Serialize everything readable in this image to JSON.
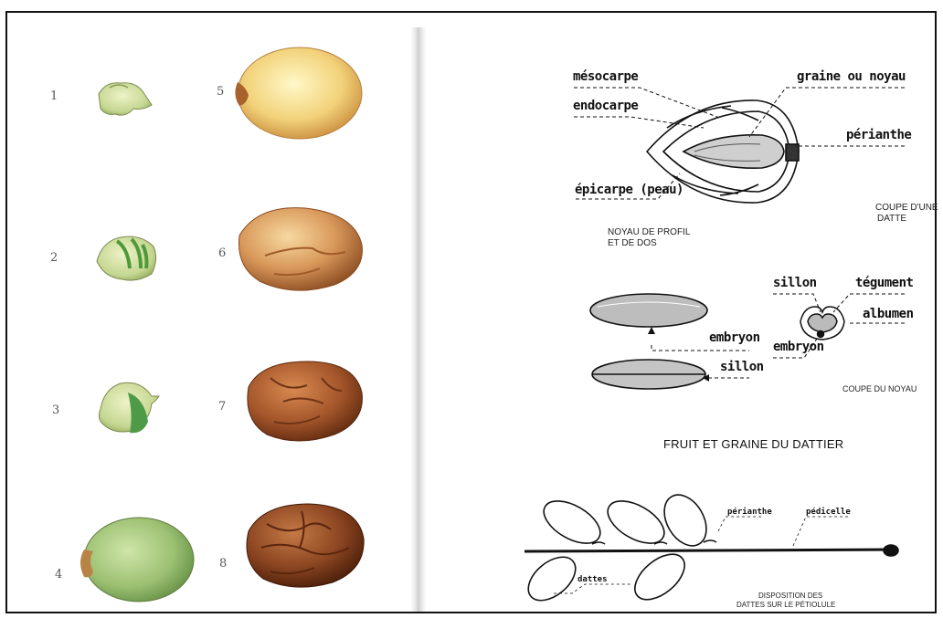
{
  "fruit_stages": [
    "1",
    "2",
    "3",
    "4",
    "5",
    "6",
    "7",
    "8"
  ],
  "diagram_labels": {
    "mesocarpe": "mésocarpe",
    "endocarpe": "endocarpe",
    "epicarpe": "épicarpe (peau)",
    "graine": "graine ou noyau",
    "perianthe": "périanthe",
    "sillon": "sillon",
    "tegument": "tégument",
    "albumen": "albumen",
    "embryon_section": "embryon",
    "embryon_seed": "embryon",
    "sillon_seed": "sillon",
    "perianthe_small": "périanthe",
    "pedicelle": "pédicelle",
    "dattes": "dattes"
  },
  "captions": {
    "coupe_datte_1": "COUPE D'UNE",
    "coupe_datte_2": "DATTE",
    "noyau_profil_1": "NOYAU DE PROFIL",
    "noyau_profil_2": "ET DE DOS",
    "coupe_noyau": "COUPE DU NOYAU",
    "disposition_1": "DISPOSITION DES",
    "disposition_2": "DATTES SUR LE PÉTIOLULE"
  },
  "title": "FRUIT ET GRAINE DU DATTIER"
}
